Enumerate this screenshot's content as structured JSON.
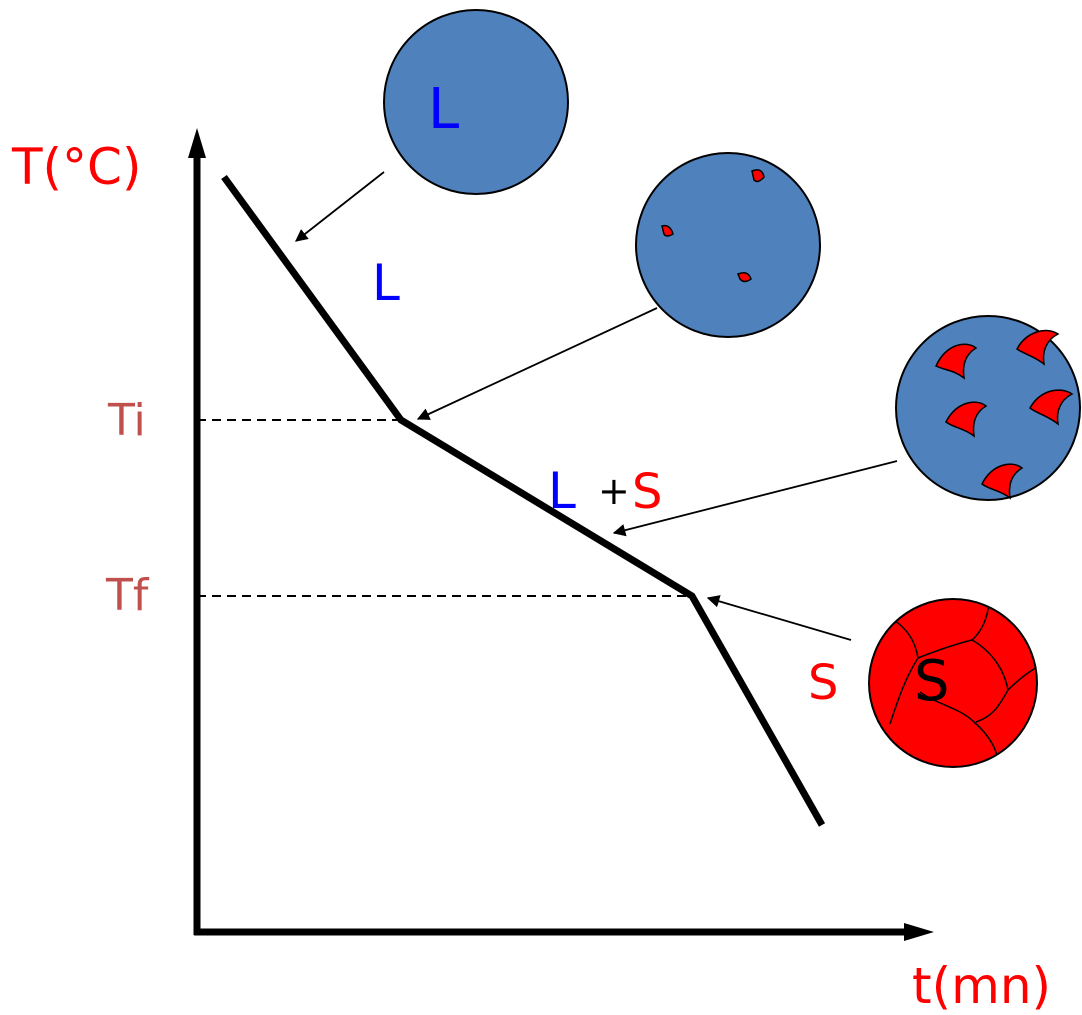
{
  "colors": {
    "liquid": "#4f81bd",
    "solid": "#ff0000",
    "label_red": "#ff0000",
    "label_blue": "#0000ff",
    "label_brown": "#c0504d",
    "curve": "#000000"
  },
  "axes": {
    "y_label": "T(°C)",
    "x_label": "t(mn)"
  },
  "temperatures": {
    "ti_label": "Ti",
    "tf_label": "Tf"
  },
  "phases": {
    "liquid_label": "L",
    "plus_sign": "+",
    "solid_label": "S",
    "bubble_liquid_label": "L",
    "bubble_solid_label": "S",
    "side_solid_label": "S"
  },
  "icons": {
    "liquid_bubble": "liquid-circle-icon",
    "nucleation_bubble": "nucleation-circle-icon",
    "growth_bubble": "crystal-growth-circle-icon",
    "solid_bubble": "solid-grains-circle-icon"
  }
}
